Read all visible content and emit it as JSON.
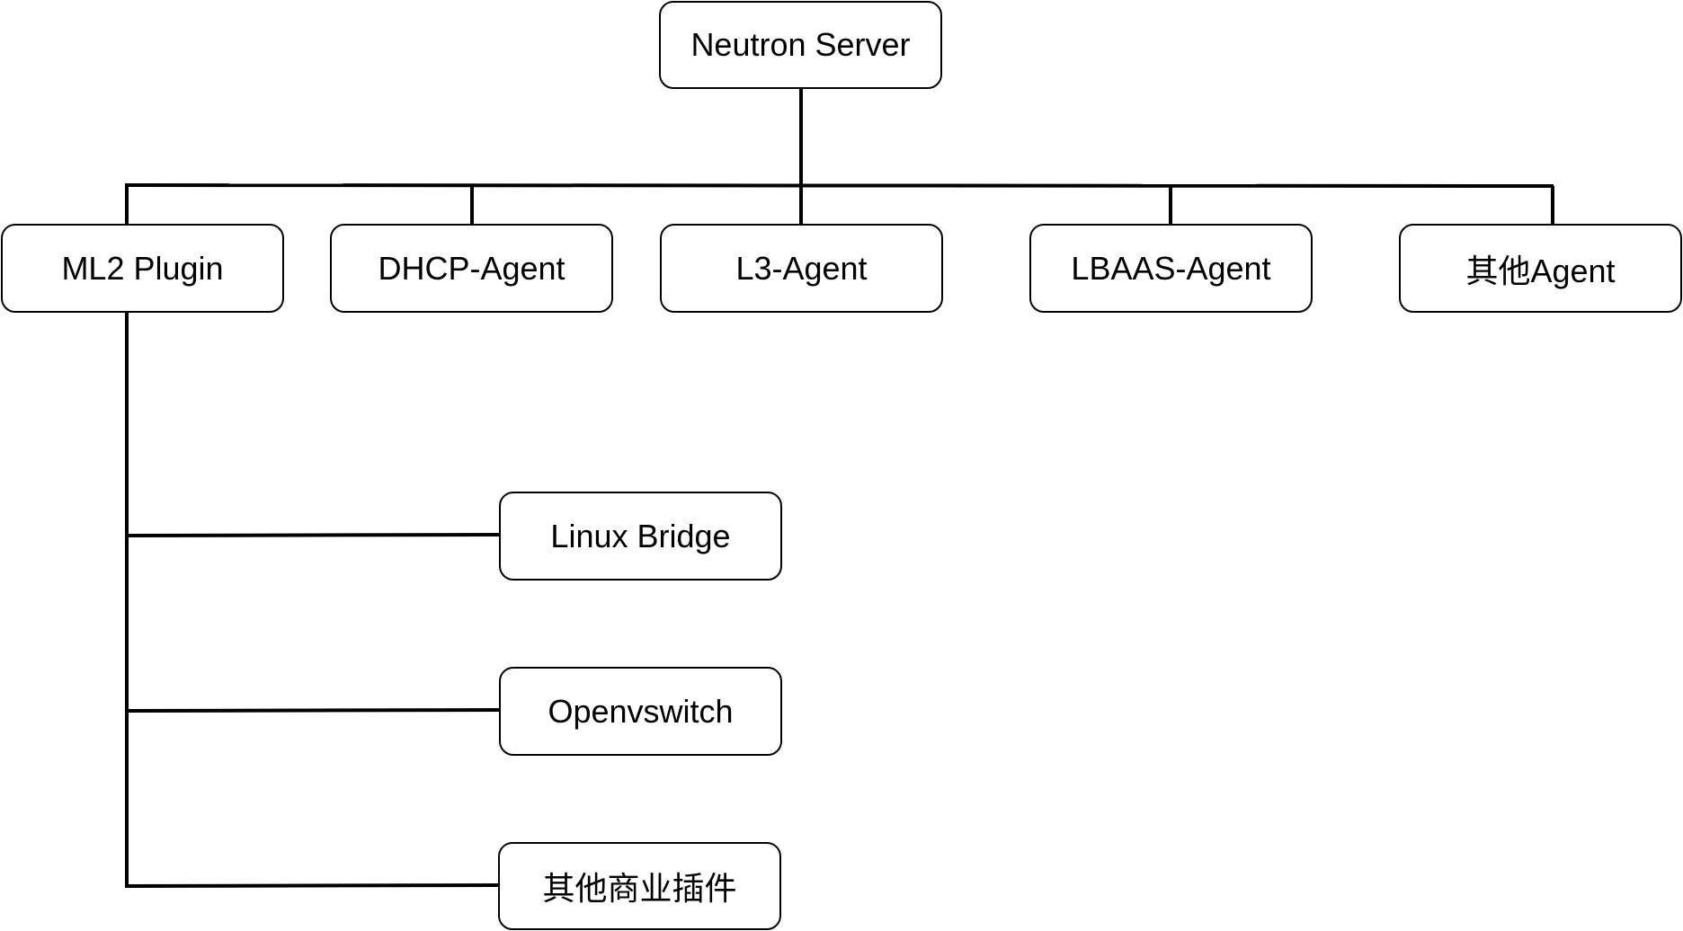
{
  "diagram": {
    "root": {
      "label": "Neutron Server"
    },
    "components": [
      {
        "label": "ML2 Plugin"
      },
      {
        "label": "DHCP-Agent"
      },
      {
        "label": "L3-Agent"
      },
      {
        "label": "LBAAS-Agent"
      },
      {
        "label": "其他Agent"
      }
    ],
    "ml2_drivers": [
      {
        "label": "Linux Bridge"
      },
      {
        "label": "Openvswitch"
      },
      {
        "label": "其他商业插件"
      }
    ],
    "edges": [
      {
        "from": "Neutron Server",
        "to": "ML2 Plugin"
      },
      {
        "from": "Neutron Server",
        "to": "DHCP-Agent"
      },
      {
        "from": "Neutron Server",
        "to": "L3-Agent"
      },
      {
        "from": "Neutron Server",
        "to": "LBAAS-Agent"
      },
      {
        "from": "Neutron Server",
        "to": "其他Agent"
      },
      {
        "from": "ML2 Plugin",
        "to": "Linux Bridge"
      },
      {
        "from": "ML2 Plugin",
        "to": "Openvswitch"
      },
      {
        "from": "ML2 Plugin",
        "to": "其他商业插件"
      }
    ],
    "line_color": "#000000",
    "box_border_color": "#000000",
    "background_color": "#ffffff"
  }
}
